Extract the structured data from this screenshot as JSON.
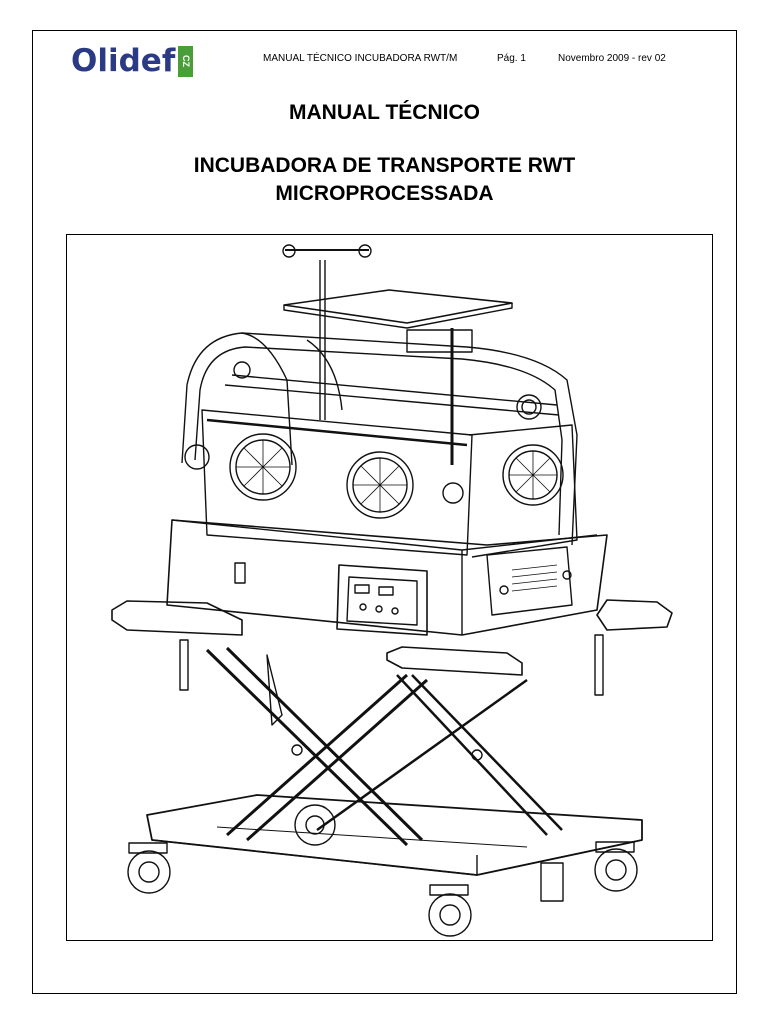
{
  "header": {
    "logo_text": "Olidef",
    "logo_badge": "CZ",
    "manual_ref": "MANUAL TÉCNICO INCUBADORA RWT/M",
    "page_label": "Pág.",
    "page_number": "1",
    "date_rev": "Novembro 2009 - rev 02"
  },
  "document": {
    "title": "MANUAL TÉCNICO",
    "subtitle_line1": "INCUBADORA DE TRANSPORTE RWT",
    "subtitle_line2": "MICROPROCESSADA"
  },
  "colors": {
    "logo_blue": "#2a3a85",
    "logo_green": "#4a9e3a"
  },
  "illustration": {
    "icon": "transport-incubator-drawing"
  }
}
